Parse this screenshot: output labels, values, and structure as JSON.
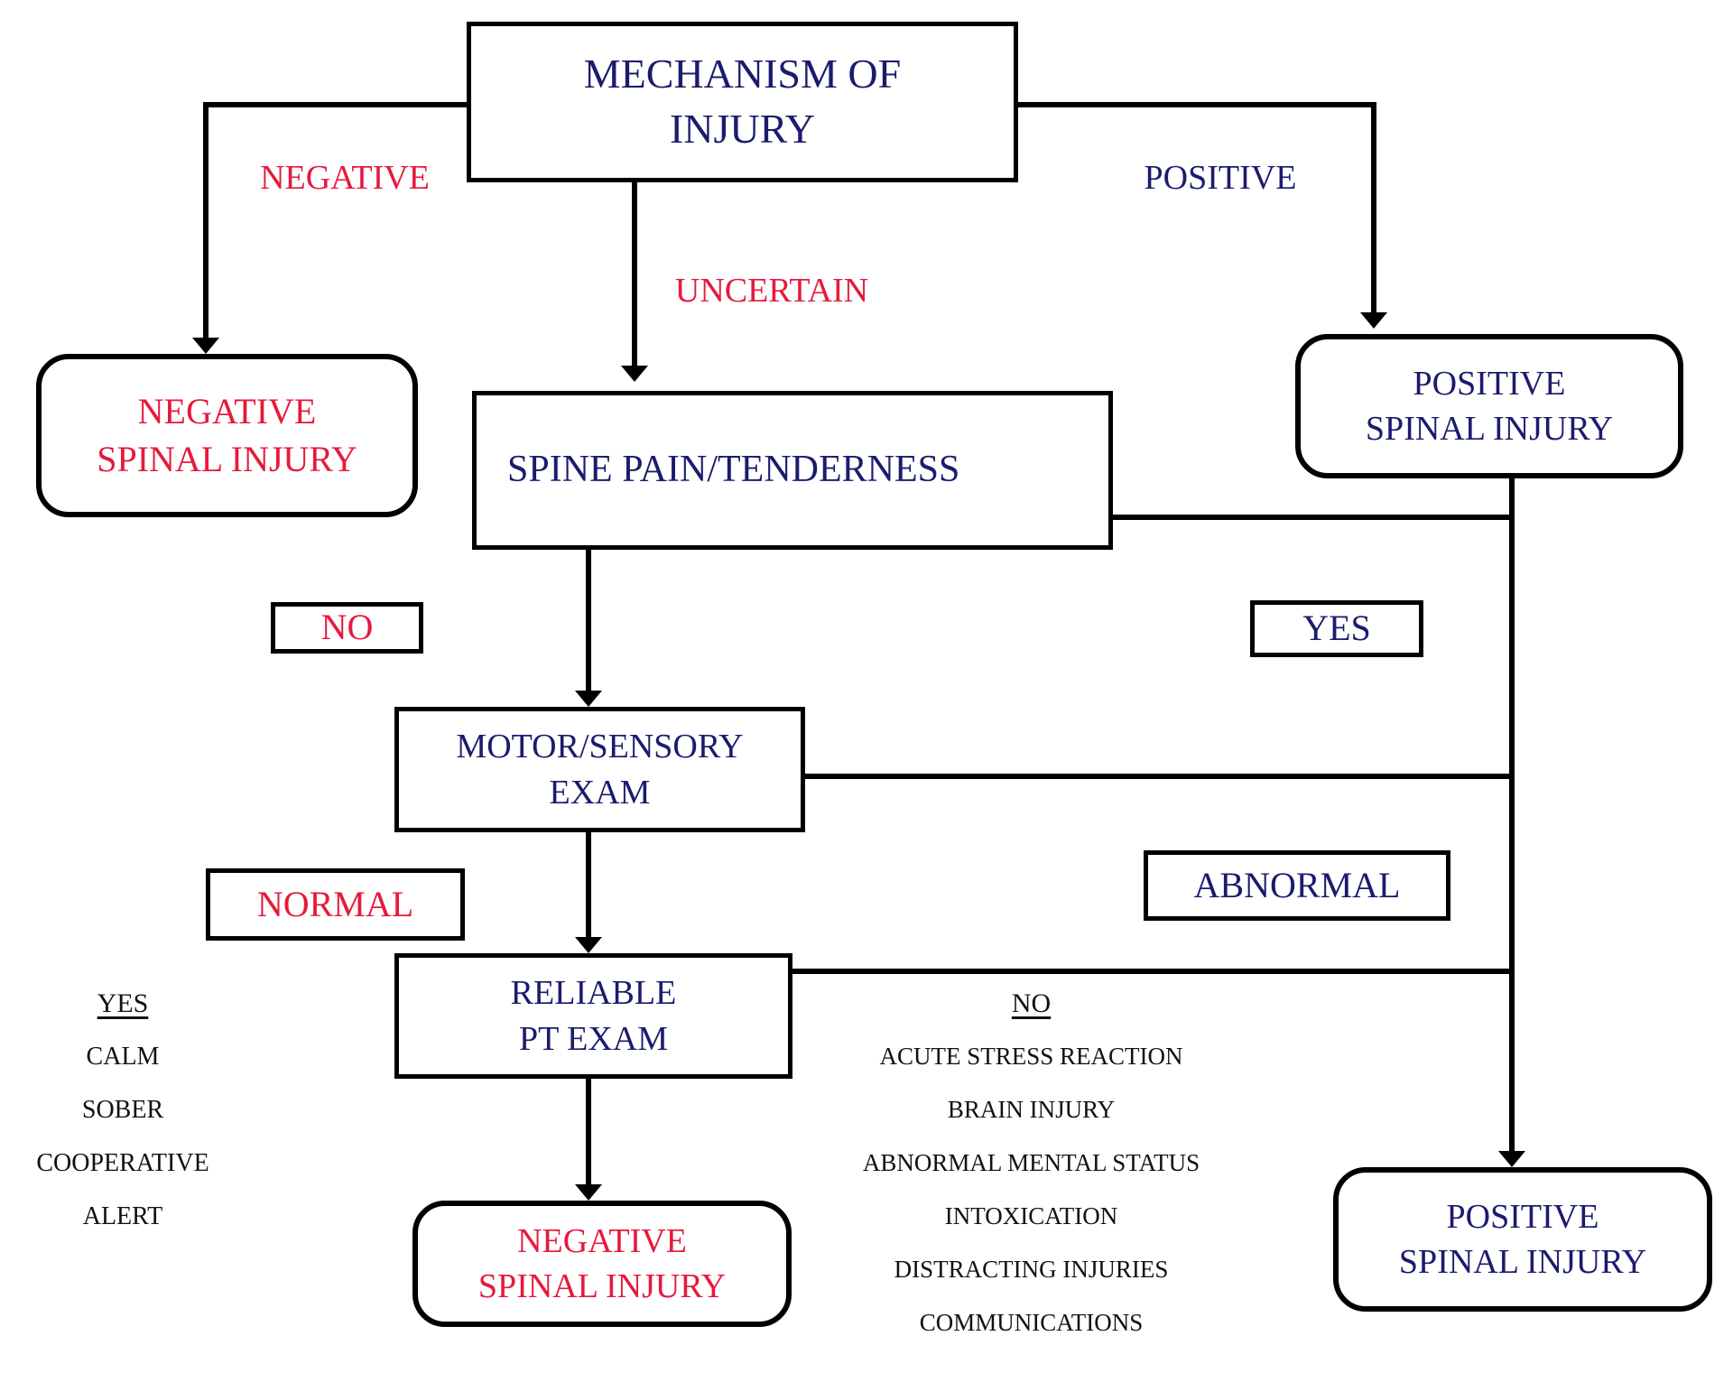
{
  "colors": {
    "navy": "#1b1b6e",
    "red": "#e51a3d",
    "line": "#000000",
    "ink": "#111111",
    "background": "#ffffff"
  },
  "nodes": {
    "mechanism": {
      "line1": "MECHANISM OF",
      "line2": "INJURY"
    },
    "spine_pain": {
      "label": "SPINE PAIN/TENDERNESS"
    },
    "motor_sensory": {
      "line1": "MOTOR/SENSORY",
      "line2": "EXAM"
    },
    "reliable_pt": {
      "line1": "RELIABLE",
      "line2": "PT EXAM"
    },
    "negative_spinal_top": {
      "line1": "NEGATIVE",
      "line2": "SPINAL INJURY"
    },
    "positive_spinal_top": {
      "line1": "POSITIVE",
      "line2": "SPINAL INJURY"
    },
    "negative_spinal_bottom": {
      "line1": "NEGATIVE",
      "line2": "SPINAL INJURY"
    },
    "positive_spinal_bottom": {
      "line1": "POSITIVE",
      "line2": "SPINAL INJURY"
    }
  },
  "branch_labels": {
    "negative": "NEGATIVE",
    "positive": "POSITIVE",
    "uncertain": "UNCERTAIN",
    "no": "NO",
    "yes": "YES",
    "normal": "NORMAL",
    "abnormal": "ABNORMAL"
  },
  "reliable_yes_list": {
    "heading": "YES",
    "items": [
      "CALM",
      "SOBER",
      "COOPERATIVE",
      "ALERT"
    ]
  },
  "reliable_no_list": {
    "heading": "NO",
    "items": [
      "ACUTE STRESS REACTION",
      "BRAIN INJURY",
      "ABNORMAL MENTAL STATUS",
      "INTOXICATION",
      "DISTRACTING INJURIES",
      "COMMUNICATIONS"
    ]
  }
}
